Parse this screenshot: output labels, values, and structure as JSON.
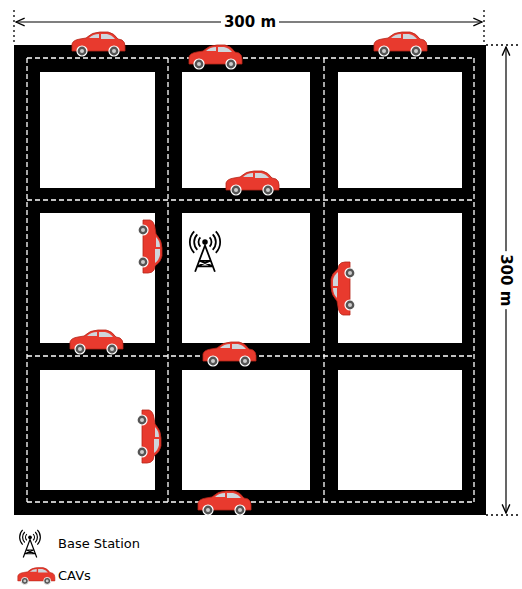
{
  "diagram": {
    "labels": [
      "300 m",
      "300 m"
    ],
    "legend": [
      {
        "text": "Base Station"
      },
      {
        "text": "CAVs"
      }
    ]
  }
}
